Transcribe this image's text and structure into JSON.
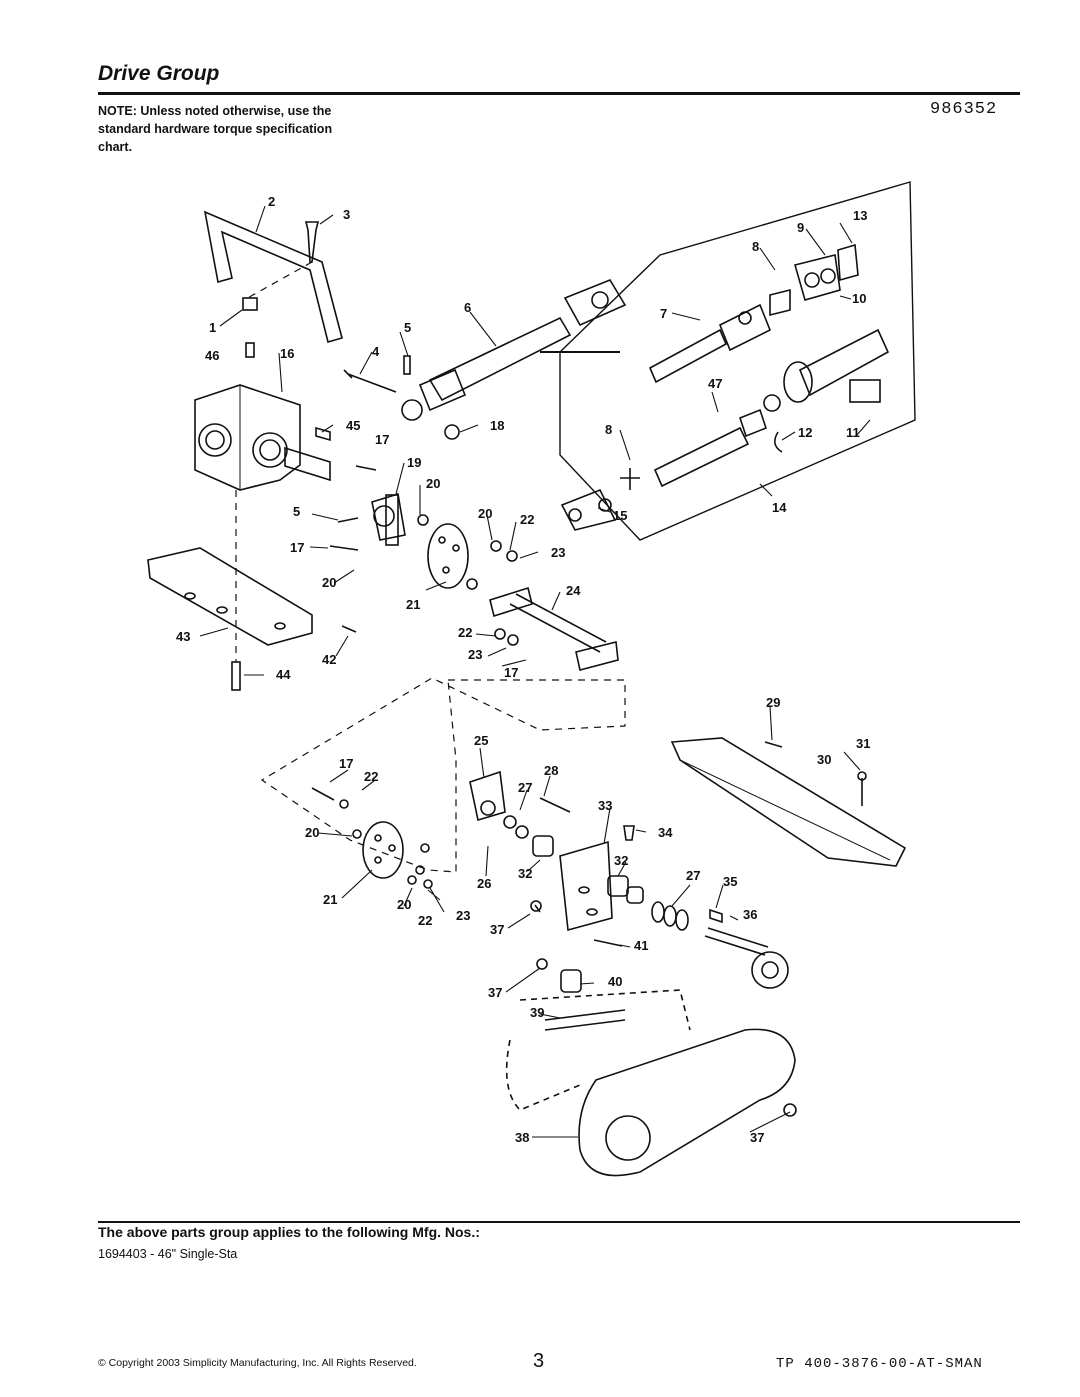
{
  "header": {
    "title": "Drive Group",
    "figure_number": "986352"
  },
  "note": {
    "text": "NOTE: Unless noted otherwise, use the standard hardware torque specification chart."
  },
  "callouts": {
    "c1": "1",
    "c2": "2",
    "c3": "3",
    "c4": "4",
    "c5a": "5",
    "c5b": "5",
    "c6": "6",
    "c7": "7",
    "c8a": "8",
    "c8b": "8",
    "c9": "9",
    "c10": "10",
    "c11": "11",
    "c12": "12",
    "c13": "13",
    "c14": "14",
    "c15": "15",
    "c16": "16",
    "c17a": "17",
    "c17b": "17",
    "c17c": "17",
    "c17d": "17",
    "c18": "18",
    "c19": "19",
    "c20a": "20",
    "c20b": "20",
    "c20c": "20",
    "c20d": "20",
    "c20e": "20",
    "c21a": "21",
    "c21b": "21",
    "c22a": "22",
    "c22b": "22",
    "c22c": "22",
    "c22d": "22",
    "c23a": "23",
    "c23b": "23",
    "c23c": "23",
    "c24": "24",
    "c25": "25",
    "c26": "26",
    "c27a": "27",
    "c27b": "27",
    "c28": "28",
    "c29": "29",
    "c30": "30",
    "c31": "31",
    "c32a": "32",
    "c32b": "32",
    "c33": "33",
    "c34": "34",
    "c35": "35",
    "c36": "36",
    "c37a": "37",
    "c37b": "37",
    "c37c": "37",
    "c38": "38",
    "c39": "39",
    "c40": "40",
    "c41": "41",
    "c42": "42",
    "c43": "43",
    "c44": "44",
    "c45": "45",
    "c46": "46",
    "c47": "47"
  },
  "footer": {
    "applies": "The above parts group applies to the following Mfg. Nos.:",
    "mfg": "1694403 - 46\" Single-Sta",
    "copyright": "© Copyright 2003 Simplicity Manufacturing, Inc. All Rights Reserved.",
    "page": "3",
    "doc": "TP 400-3876-00-AT-SMAN"
  }
}
